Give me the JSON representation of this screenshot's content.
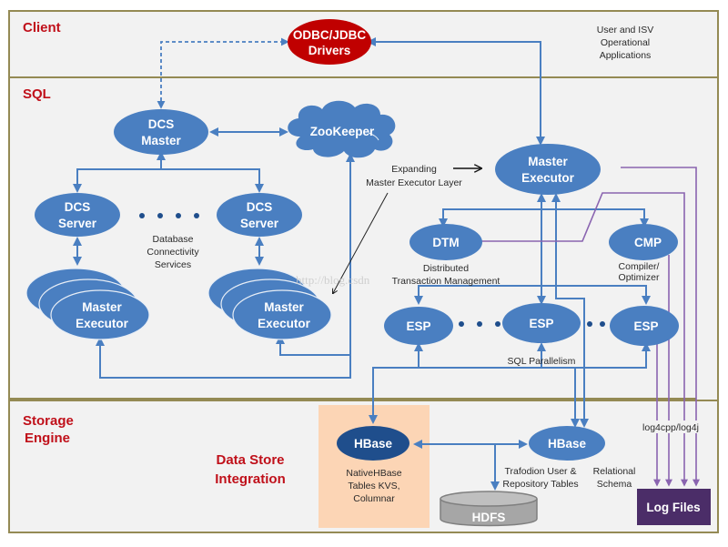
{
  "layers": {
    "client": "Client",
    "sql": "SQL",
    "storage_line1": "Storage",
    "storage_line2": "Engine",
    "data_store_line1": "Data Store",
    "data_store_line2": "Integration"
  },
  "client": {
    "odbc_line1": "ODBC/JDBC",
    "odbc_line2": "Drivers",
    "apps_line1": "User and ISV",
    "apps_line2": "Operational",
    "apps_line3": "Applications"
  },
  "sql": {
    "dcs_master_line1": "DCS",
    "dcs_master_line2": "Master",
    "zookeeper": "ZooKeeper",
    "dcs_server_line1": "DCS",
    "dcs_server_line2": "Server",
    "dcs_caption_line1": "Database",
    "dcs_caption_line2": "Connectivity",
    "dcs_caption_line3": "Services",
    "master_exec_line1": "Master",
    "master_exec_line2": "Executor",
    "expanding_line1": "Expanding",
    "expanding_line2": "Master Executor Layer",
    "dtm": "DTM",
    "dtm_caption_line1": "Distributed",
    "dtm_caption_line2": "Transaction Management",
    "cmp": "CMP",
    "cmp_caption_line1": "Compiler/",
    "cmp_caption_line2": "Optimizer",
    "esp": "ESP",
    "esp_caption": "SQL Parallelism"
  },
  "storage": {
    "hbase_native": "HBase",
    "hbase_native_caption_line1": "NativeHBase",
    "hbase_native_caption_line2": "Tables KVS,",
    "hbase_native_caption_line3": "Columnar",
    "hbase_trafodion": "HBase",
    "trafodion_caption_line1": "Trafodion User &",
    "trafodion_caption_line2": "Repository Tables",
    "relational_line1": "Relational",
    "relational_line2": "Schema",
    "hdfs": "HDFS",
    "log_label": "log4cpp/log4j",
    "log_files": "Log Files"
  },
  "watermark": "http://blog.csdn",
  "colors": {
    "layer_title": "#c0101a",
    "odbc_fill": "#c00000",
    "node_fill": "#4a7fc1",
    "hbase_native_fill": "#1f4e8c",
    "log_files_fill": "#4b2d68",
    "log_line": "#8a64b0",
    "native_bg": "#fcd5b5",
    "hdfs_fill": "#a6a6a6",
    "panel_bg": "#f2f2f2",
    "panel_border": "#948a54"
  }
}
